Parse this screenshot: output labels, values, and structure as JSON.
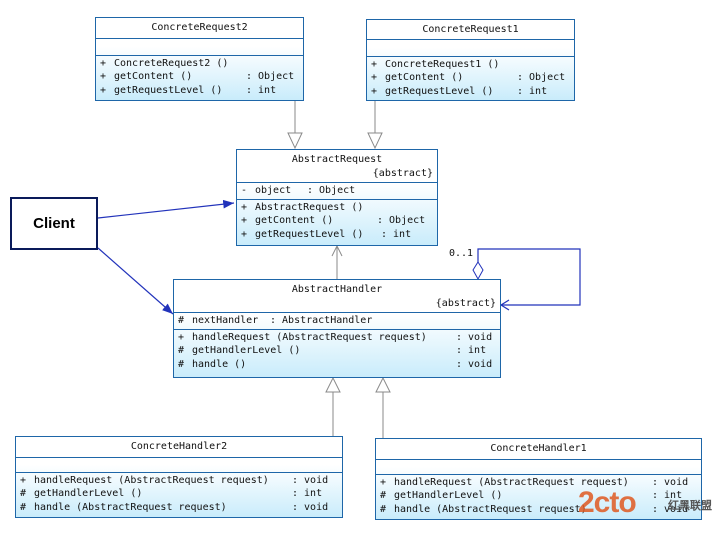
{
  "client": {
    "label": "Client"
  },
  "classes": {
    "concreteRequest2": {
      "name": "ConcreteRequest2",
      "attributes": [],
      "operations": [
        {
          "vis": "+",
          "name": "ConcreteRequest2 ()",
          "type": ""
        },
        {
          "vis": "+",
          "name": "getContent ()",
          "type": ": Object"
        },
        {
          "vis": "+",
          "name": "getRequestLevel ()",
          "type": ": int"
        }
      ]
    },
    "concreteRequest1": {
      "name": "ConcreteRequest1",
      "attributes": [],
      "operations": [
        {
          "vis": "+",
          "name": "ConcreteRequest1 ()",
          "type": ""
        },
        {
          "vis": "+",
          "name": "getContent ()",
          "type": ": Object"
        },
        {
          "vis": "+",
          "name": "getRequestLevel ()",
          "type": ": int"
        }
      ]
    },
    "abstractRequest": {
      "name": "AbstractRequest",
      "stereotype": "{abstract}",
      "attributes": [
        {
          "vis": "-",
          "name": "object",
          "type": ": Object"
        }
      ],
      "operations": [
        {
          "vis": "+",
          "name": "AbstractRequest ()",
          "type": ""
        },
        {
          "vis": "+",
          "name": "getContent ()",
          "type": ": Object"
        },
        {
          "vis": "+",
          "name": "getRequestLevel ()",
          "type": ": int"
        }
      ]
    },
    "abstractHandler": {
      "name": "AbstractHandler",
      "stereotype": "{abstract}",
      "attributes": [
        {
          "vis": "#",
          "name": "nextHandler",
          "type": ": AbstractHandler"
        }
      ],
      "operations": [
        {
          "vis": "+",
          "name": "handleRequest (AbstractRequest request)",
          "type": ": void"
        },
        {
          "vis": "#",
          "name": "getHandlerLevel ()",
          "type": ": int"
        },
        {
          "vis": "#",
          "name": "handle ()",
          "type": ": void"
        }
      ]
    },
    "concreteHandler2": {
      "name": "ConcreteHandler2",
      "attributes": [],
      "operations": [
        {
          "vis": "+",
          "name": "handleRequest (AbstractRequest request)",
          "type": ": void"
        },
        {
          "vis": "#",
          "name": "getHandlerLevel ()",
          "type": ": int"
        },
        {
          "vis": "#",
          "name": "handle (AbstractRequest request)",
          "type": ": void"
        }
      ]
    },
    "concreteHandler1": {
      "name": "ConcreteHandler1",
      "attributes": [],
      "operations": [
        {
          "vis": "+",
          "name": "handleRequest (AbstractRequest request)",
          "type": ": void"
        },
        {
          "vis": "#",
          "name": "getHandlerLevel ()",
          "type": ": int"
        },
        {
          "vis": "#",
          "name": "handle (AbstractRequest request)",
          "type": ": void"
        }
      ]
    }
  },
  "self_association": {
    "multiplicity": "0..1"
  },
  "watermark": {
    "text": "2cto",
    "subtext": "红黑联盟",
    "color": "#e05a22"
  },
  "colors": {
    "border": "#1e66a8",
    "fill_bottom": "#c9ecfb",
    "relation": "#2233bb",
    "generalization": "#8a8a8a"
  }
}
